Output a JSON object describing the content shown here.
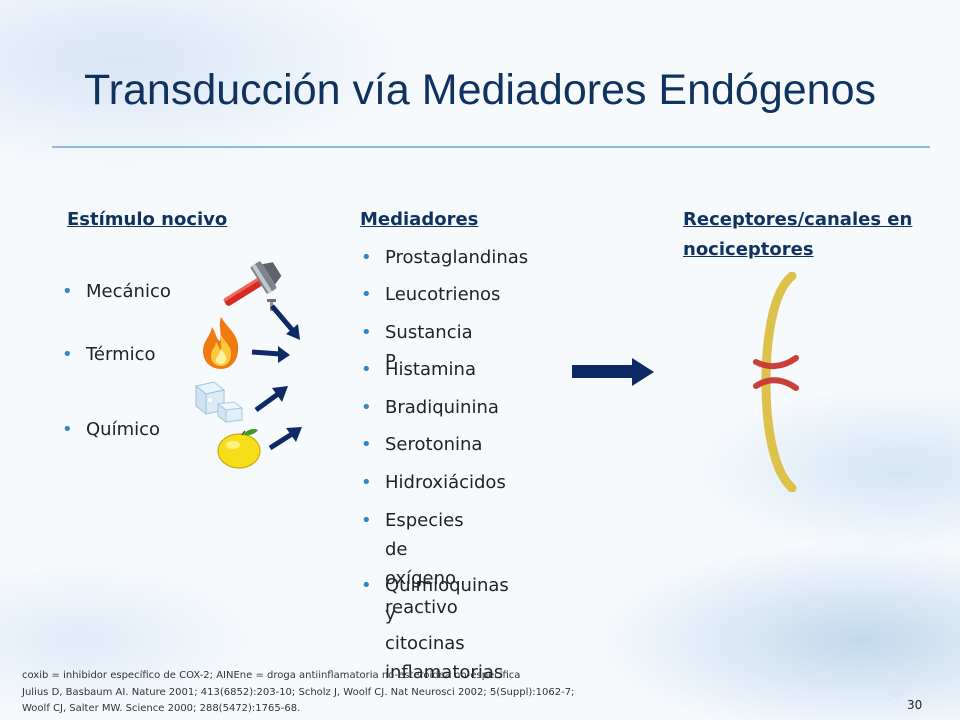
{
  "slide": {
    "title": "Transducción vía Mediadores Endógenos",
    "page_number": "30"
  },
  "stimulus": {
    "heading": "Estímulo nocivo",
    "items": [
      "Mecánico",
      "Térmico",
      "Químico"
    ]
  },
  "mediators": {
    "heading": "Mediadores",
    "items": [
      "Prostaglandinas",
      "Leucotrienos",
      "Sustancia P",
      "Histamina",
      "Bradiquinina",
      "Serotonina",
      "Hidroxiácidos",
      [
        "Especies de oxígeno",
        "reactivo"
      ],
      [
        "Quimioquinas y",
        "citocinas inflamatorias"
      ]
    ]
  },
  "receptors": {
    "heading_lines": [
      "Receptores/canales en",
      "nociceptores"
    ]
  },
  "icons": {
    "mechanical": "hammer-icon",
    "thermal": "flame-icon",
    "chemical_1": "ice-cubes-icon",
    "chemical_2": "lemon-icon",
    "arrow": "arrow-right-icon",
    "receptor": "receptor-channel-icon"
  },
  "colors": {
    "title": "#10325f",
    "bullet": "#2f86c8",
    "arrow": "#0e2a66",
    "membrane": "#dcc14a",
    "channel": "#c9403a"
  },
  "footnote": {
    "line1": "coxib = inhibidor específico de COX-2; AINEne = droga antiinflamatoria  no-esteroidea no-especifica",
    "line2": "Julius D, Basbaum AI. Nature 2001; 413(6852):203-10; Scholz J, Woolf CJ. Nat Neurosci 2002; 5(Suppl):1062-7;",
    "line3": "Woolf CJ, Salter MW. Science 2000; 288(5472):1765-68."
  }
}
